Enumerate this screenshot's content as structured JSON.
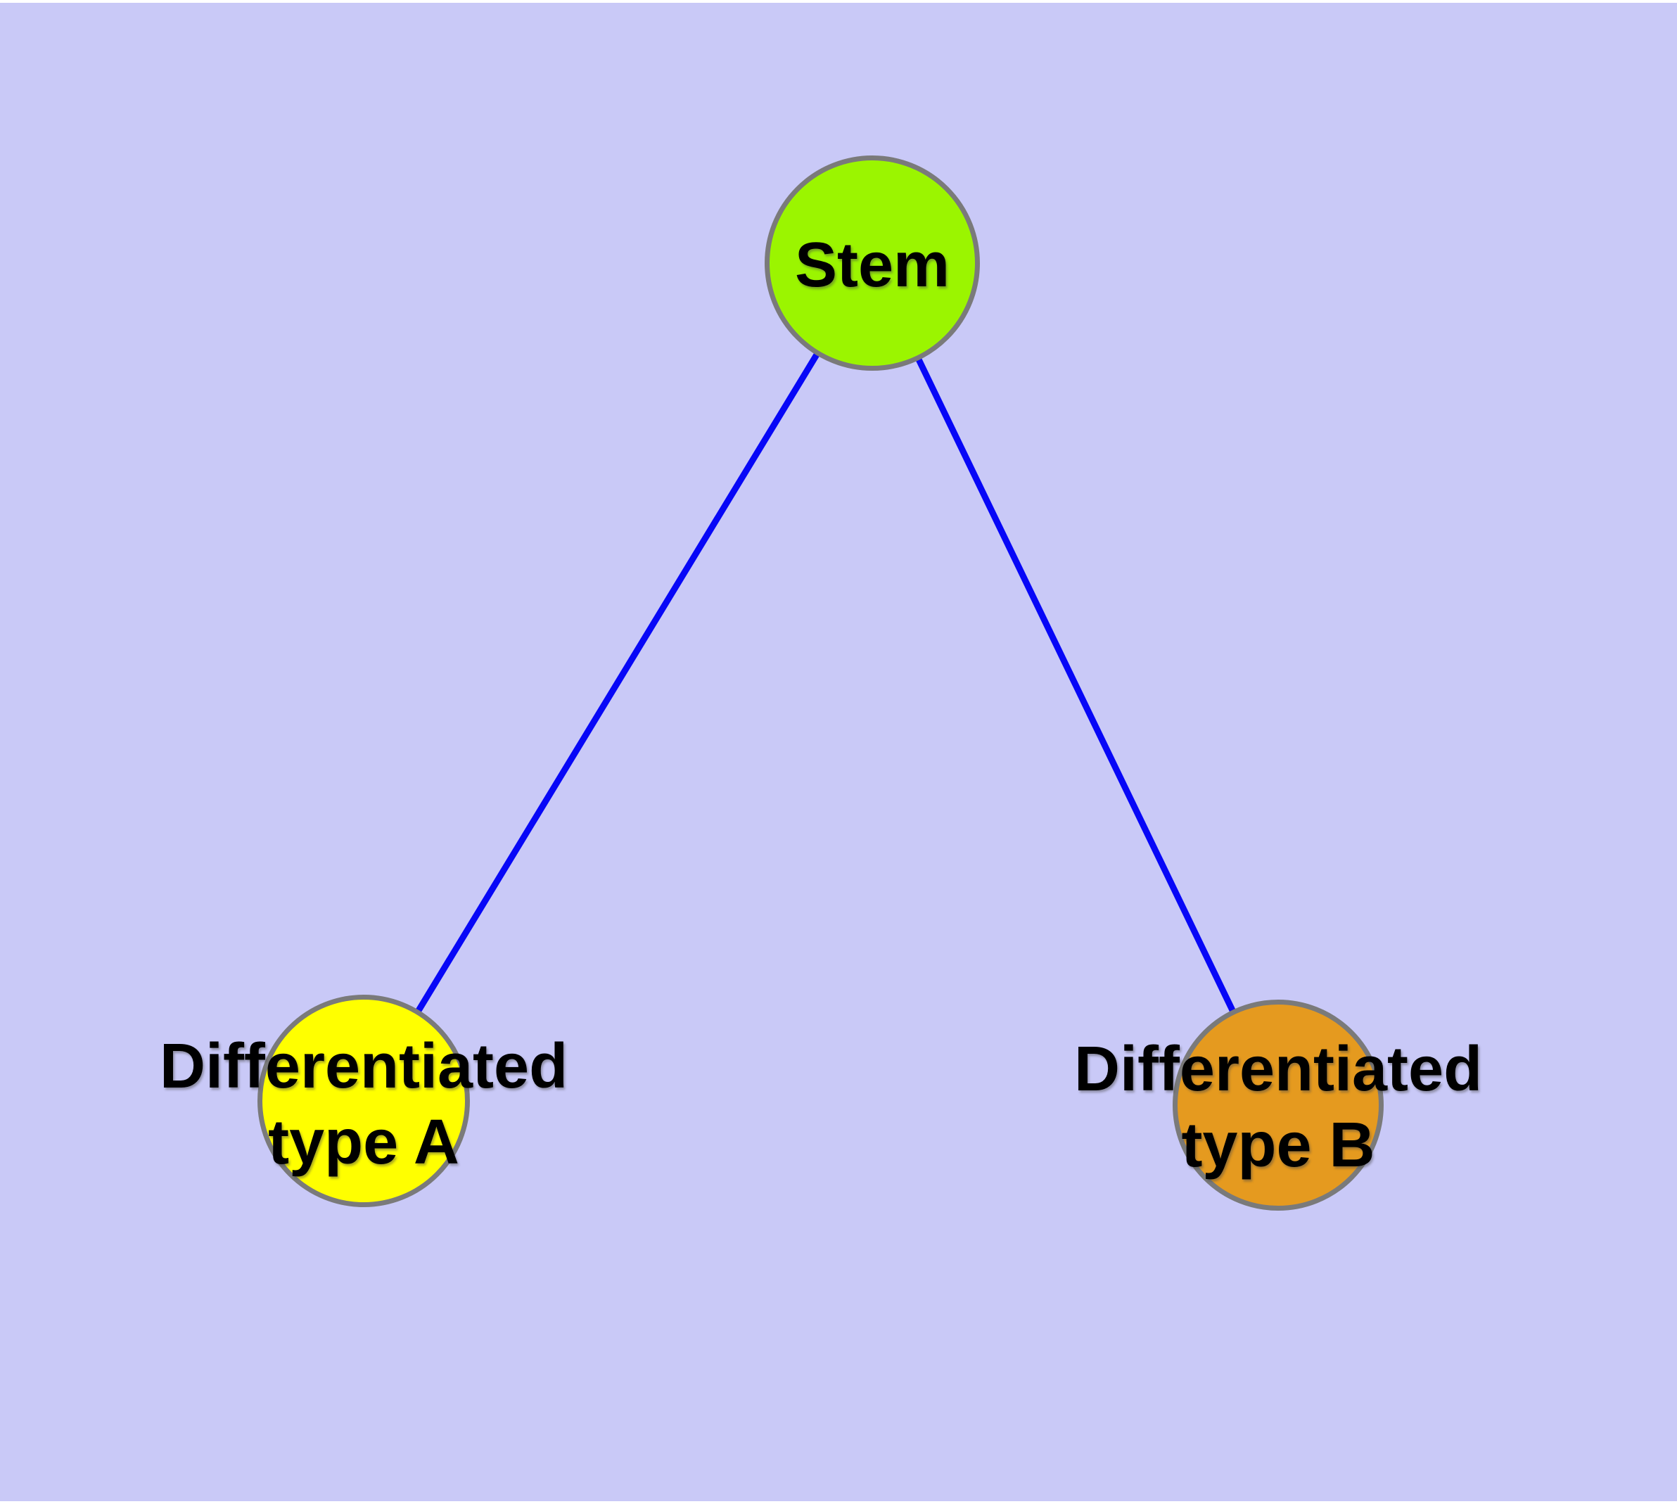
{
  "diagram": {
    "type": "graph",
    "background_color": "#c9c9f7",
    "frame_color": "#ffffff",
    "edge_color": "#0707f7",
    "node_border_color": "#7a7a7a",
    "nodes": [
      {
        "id": "stem",
        "label": "Stem",
        "fill": "#9bf500"
      },
      {
        "id": "type-a",
        "label": "Differentiated\ntype A",
        "fill": "#ffff00"
      },
      {
        "id": "type-b",
        "label": "Differentiated\ntype B",
        "fill": "#e59a1f"
      }
    ],
    "edges": [
      {
        "from": "stem",
        "to": "type-a"
      },
      {
        "from": "stem",
        "to": "type-b"
      }
    ]
  }
}
